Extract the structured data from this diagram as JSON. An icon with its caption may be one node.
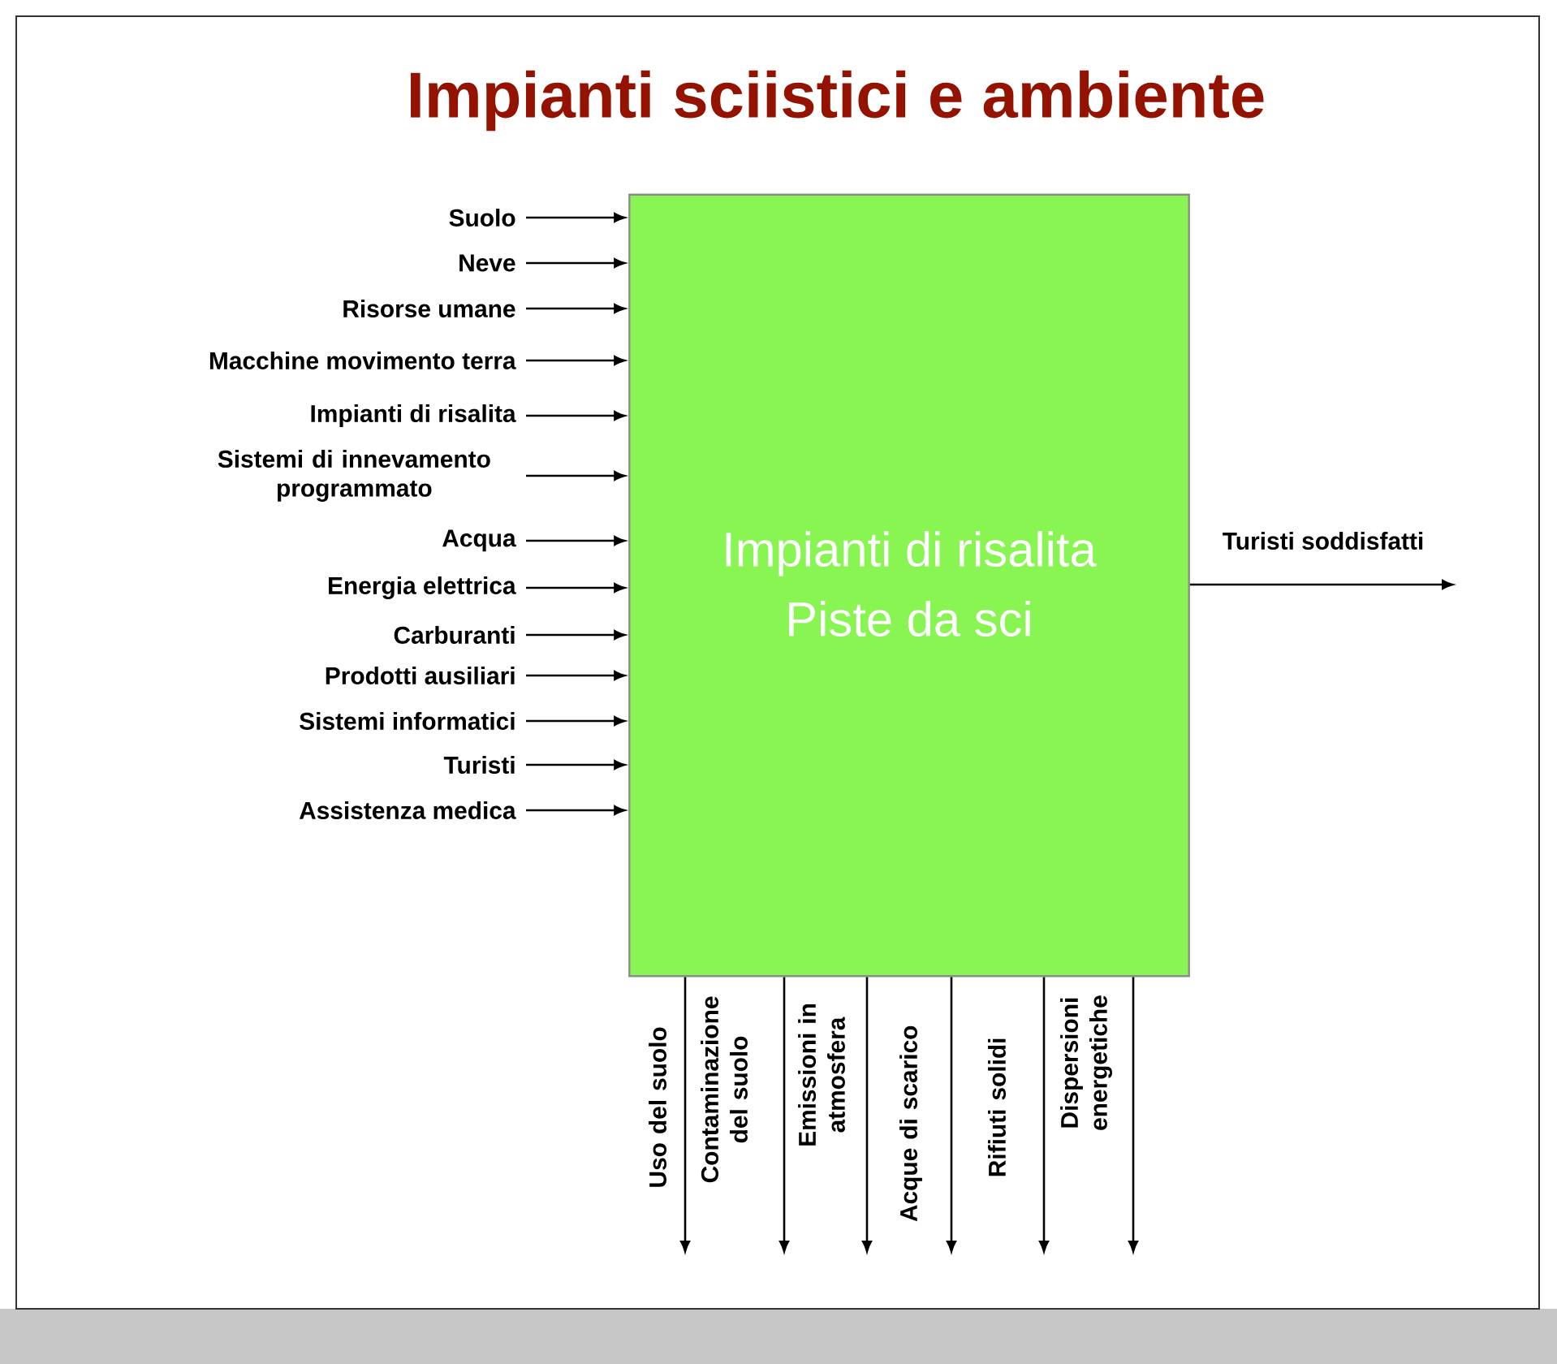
{
  "diagram": {
    "title": "Impianti sciistici e ambiente",
    "nodes": [
      {
        "text": [
          "Impianti di risalita",
          "Piste da sci"
        ]
      },
      {
        "text": [
          "Suolo"
        ]
      },
      {
        "text": [
          "Neve"
        ]
      },
      {
        "text": [
          "Risorse umane"
        ]
      },
      {
        "text": [
          "Macchine movimento terra"
        ]
      },
      {
        "text": [
          "Impianti di risalita"
        ]
      },
      {
        "text": [
          "Sistemi di innevamento programmato"
        ]
      },
      {
        "text": [
          "Acqua"
        ]
      },
      {
        "text": [
          "Energia elettrica"
        ]
      },
      {
        "text": [
          "Carburanti"
        ]
      },
      {
        "text": [
          "Prodotti ausiliari"
        ]
      },
      {
        "text": [
          "Sistemi informatici"
        ]
      },
      {
        "text": [
          "Turisti"
        ]
      },
      {
        "text": [
          "Assistenza medica"
        ]
      }
    ],
    "edges": [
      {
        "from": 1,
        "to": 0,
        "arrow": "to"
      },
      {
        "from": 2,
        "to": 0,
        "arrow": "to"
      },
      {
        "from": 3,
        "to": 0,
        "arrow": "to"
      },
      {
        "from": 4,
        "to": 0,
        "arrow": "to"
      },
      {
        "from": 5,
        "to": 0,
        "arrow": "to"
      },
      {
        "from": 6,
        "to": 0,
        "arrow": "to"
      },
      {
        "from": 7,
        "to": 0,
        "arrow": "to"
      },
      {
        "from": 8,
        "to": 0,
        "arrow": "to"
      },
      {
        "from": 9,
        "to": 0,
        "arrow": "to"
      },
      {
        "from": 10,
        "to": 0,
        "arrow": "to"
      },
      {
        "from": 11,
        "to": 0,
        "arrow": "to"
      },
      {
        "from": 12,
        "to": 0,
        "arrow": "to"
      },
      {
        "from": 13,
        "to": 0,
        "arrow": "to"
      },
      {
        "from": 0,
        "to": null,
        "arrow": "to",
        "label": "Turisti soddisfatti"
      },
      {
        "from": 0,
        "to": null,
        "arrow": "to",
        "label": "Uso del suolo"
      },
      {
        "from": 0,
        "to": null,
        "arrow": "to",
        "label": "Contaminazione del suolo"
      },
      {
        "from": 0,
        "to": null,
        "arrow": "to",
        "label": "Emissioni in atmosfera"
      },
      {
        "from": 0,
        "to": null,
        "arrow": "to",
        "label": "Acque di scarico"
      },
      {
        "from": 0,
        "to": null,
        "arrow": "to",
        "label": "Rifiuti solidi"
      },
      {
        "from": 0,
        "to": null,
        "arrow": "to",
        "label": "Dispersioni energetiche"
      }
    ]
  }
}
